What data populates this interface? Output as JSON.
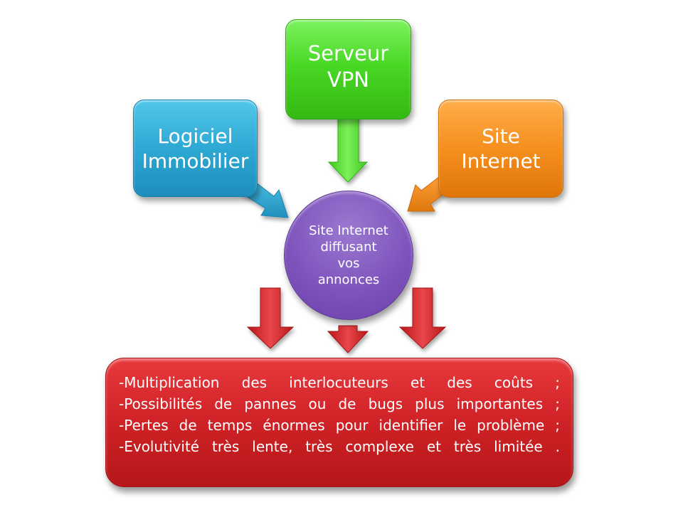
{
  "nodes": {
    "vpn": {
      "lines": [
        "Serveur",
        "VPN"
      ],
      "color": "#4ad826"
    },
    "logiciel": {
      "lines": [
        "Logiciel",
        "Immobilier"
      ],
      "color": "#2ea9d4"
    },
    "site": {
      "lines": [
        "Site",
        "Internet"
      ],
      "color": "#f58f1e"
    },
    "center": {
      "lines": [
        "Site Internet",
        "diffusant",
        "vos",
        "annonces"
      ],
      "color": "#7f55bd"
    },
    "bottom": {
      "color": "#cf2226",
      "lines": [
        "-Multiplication des interlocuteurs et des coûts ;",
        "-Possibilités de pannes ou de bugs plus importantes ;",
        "-Pertes de temps énormes pour identifier le problème ;",
        "-Evolutivité très lente, très complexe et très limitée ."
      ]
    }
  },
  "arrow_colors": {
    "green": "#4ad826",
    "blue": "#2ea9d4",
    "orange": "#f58f1e",
    "red": "#d12a2e"
  }
}
